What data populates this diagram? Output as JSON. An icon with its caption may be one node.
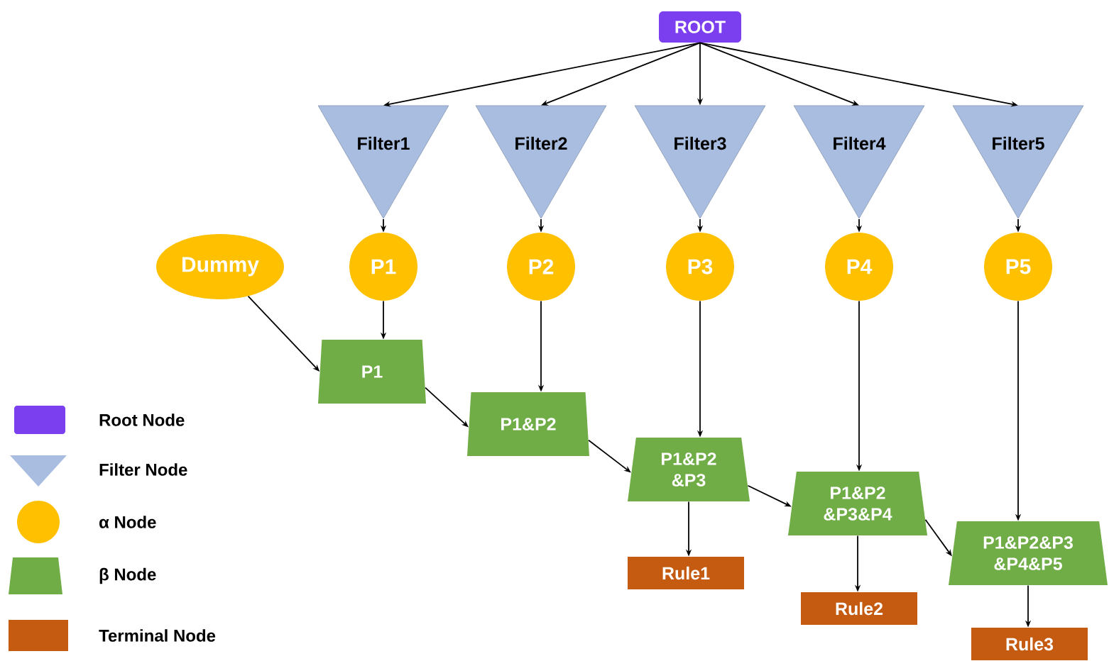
{
  "diagram": {
    "nodes": [
      {
        "text": [
          "ROOT"
        ]
      },
      {
        "text": [
          "Filter1"
        ]
      },
      {
        "text": [
          "Filter2"
        ]
      },
      {
        "text": [
          "Filter3"
        ]
      },
      {
        "text": [
          "Filter4"
        ]
      },
      {
        "text": [
          "Filter5"
        ]
      },
      {
        "text": [
          "Dummy"
        ]
      },
      {
        "text": [
          "P1"
        ]
      },
      {
        "text": [
          "P2"
        ]
      },
      {
        "text": [
          "P3"
        ]
      },
      {
        "text": [
          "P4"
        ]
      },
      {
        "text": [
          "P5"
        ]
      },
      {
        "text": [
          "P1"
        ]
      },
      {
        "text": [
          "P1&P2"
        ]
      },
      {
        "text": [
          "P1&P2 &P3"
        ]
      },
      {
        "text": [
          "P1&P2 &P3&P4"
        ]
      },
      {
        "text": [
          "P1&P2&P3 &P4&P5"
        ]
      },
      {
        "text": [
          "Rule1"
        ]
      },
      {
        "text": [
          "Rule2"
        ]
      },
      {
        "text": [
          "Rule3"
        ]
      }
    ],
    "edges": [
      {
        "from": 0,
        "to": 1,
        "arrow": "to"
      },
      {
        "from": 0,
        "to": 2,
        "arrow": "to"
      },
      {
        "from": 0,
        "to": 3,
        "arrow": "to"
      },
      {
        "from": 0,
        "to": 4,
        "arrow": "to"
      },
      {
        "from": 0,
        "to": 5,
        "arrow": "to"
      },
      {
        "from": 1,
        "to": 7,
        "arrow": "to"
      },
      {
        "from": 2,
        "to": 8,
        "arrow": "to"
      },
      {
        "from": 3,
        "to": 9,
        "arrow": "to"
      },
      {
        "from": 4,
        "to": 10,
        "arrow": "to"
      },
      {
        "from": 5,
        "to": 11,
        "arrow": "to"
      },
      {
        "from": 6,
        "to": 12,
        "arrow": "to"
      },
      {
        "from": 7,
        "to": 12,
        "arrow": "to"
      },
      {
        "from": 12,
        "to": 13,
        "arrow": "to"
      },
      {
        "from": 8,
        "to": 13,
        "arrow": "to"
      },
      {
        "from": 13,
        "to": 14,
        "arrow": "to"
      },
      {
        "from": 9,
        "to": 14,
        "arrow": "to"
      },
      {
        "from": 14,
        "to": 15,
        "arrow": "to"
      },
      {
        "from": 10,
        "to": 15,
        "arrow": "to"
      },
      {
        "from": 15,
        "to": 16,
        "arrow": "to"
      },
      {
        "from": 11,
        "to": 16,
        "arrow": "to"
      },
      {
        "from": 14,
        "to": 17,
        "arrow": "to"
      },
      {
        "from": 15,
        "to": 18,
        "arrow": "to"
      },
      {
        "from": 16,
        "to": 19,
        "arrow": "to"
      }
    ],
    "legend": [
      {
        "text": "Root Node",
        "color": "#7b3ff0"
      },
      {
        "text": "Filter Node",
        "color": "#a9bde0"
      },
      {
        "text": "α Node",
        "color": "#ffc000"
      },
      {
        "text": "β Node",
        "color": "#70ad47"
      },
      {
        "text": "Terminal Node",
        "color": "#c55a11"
      }
    ]
  }
}
